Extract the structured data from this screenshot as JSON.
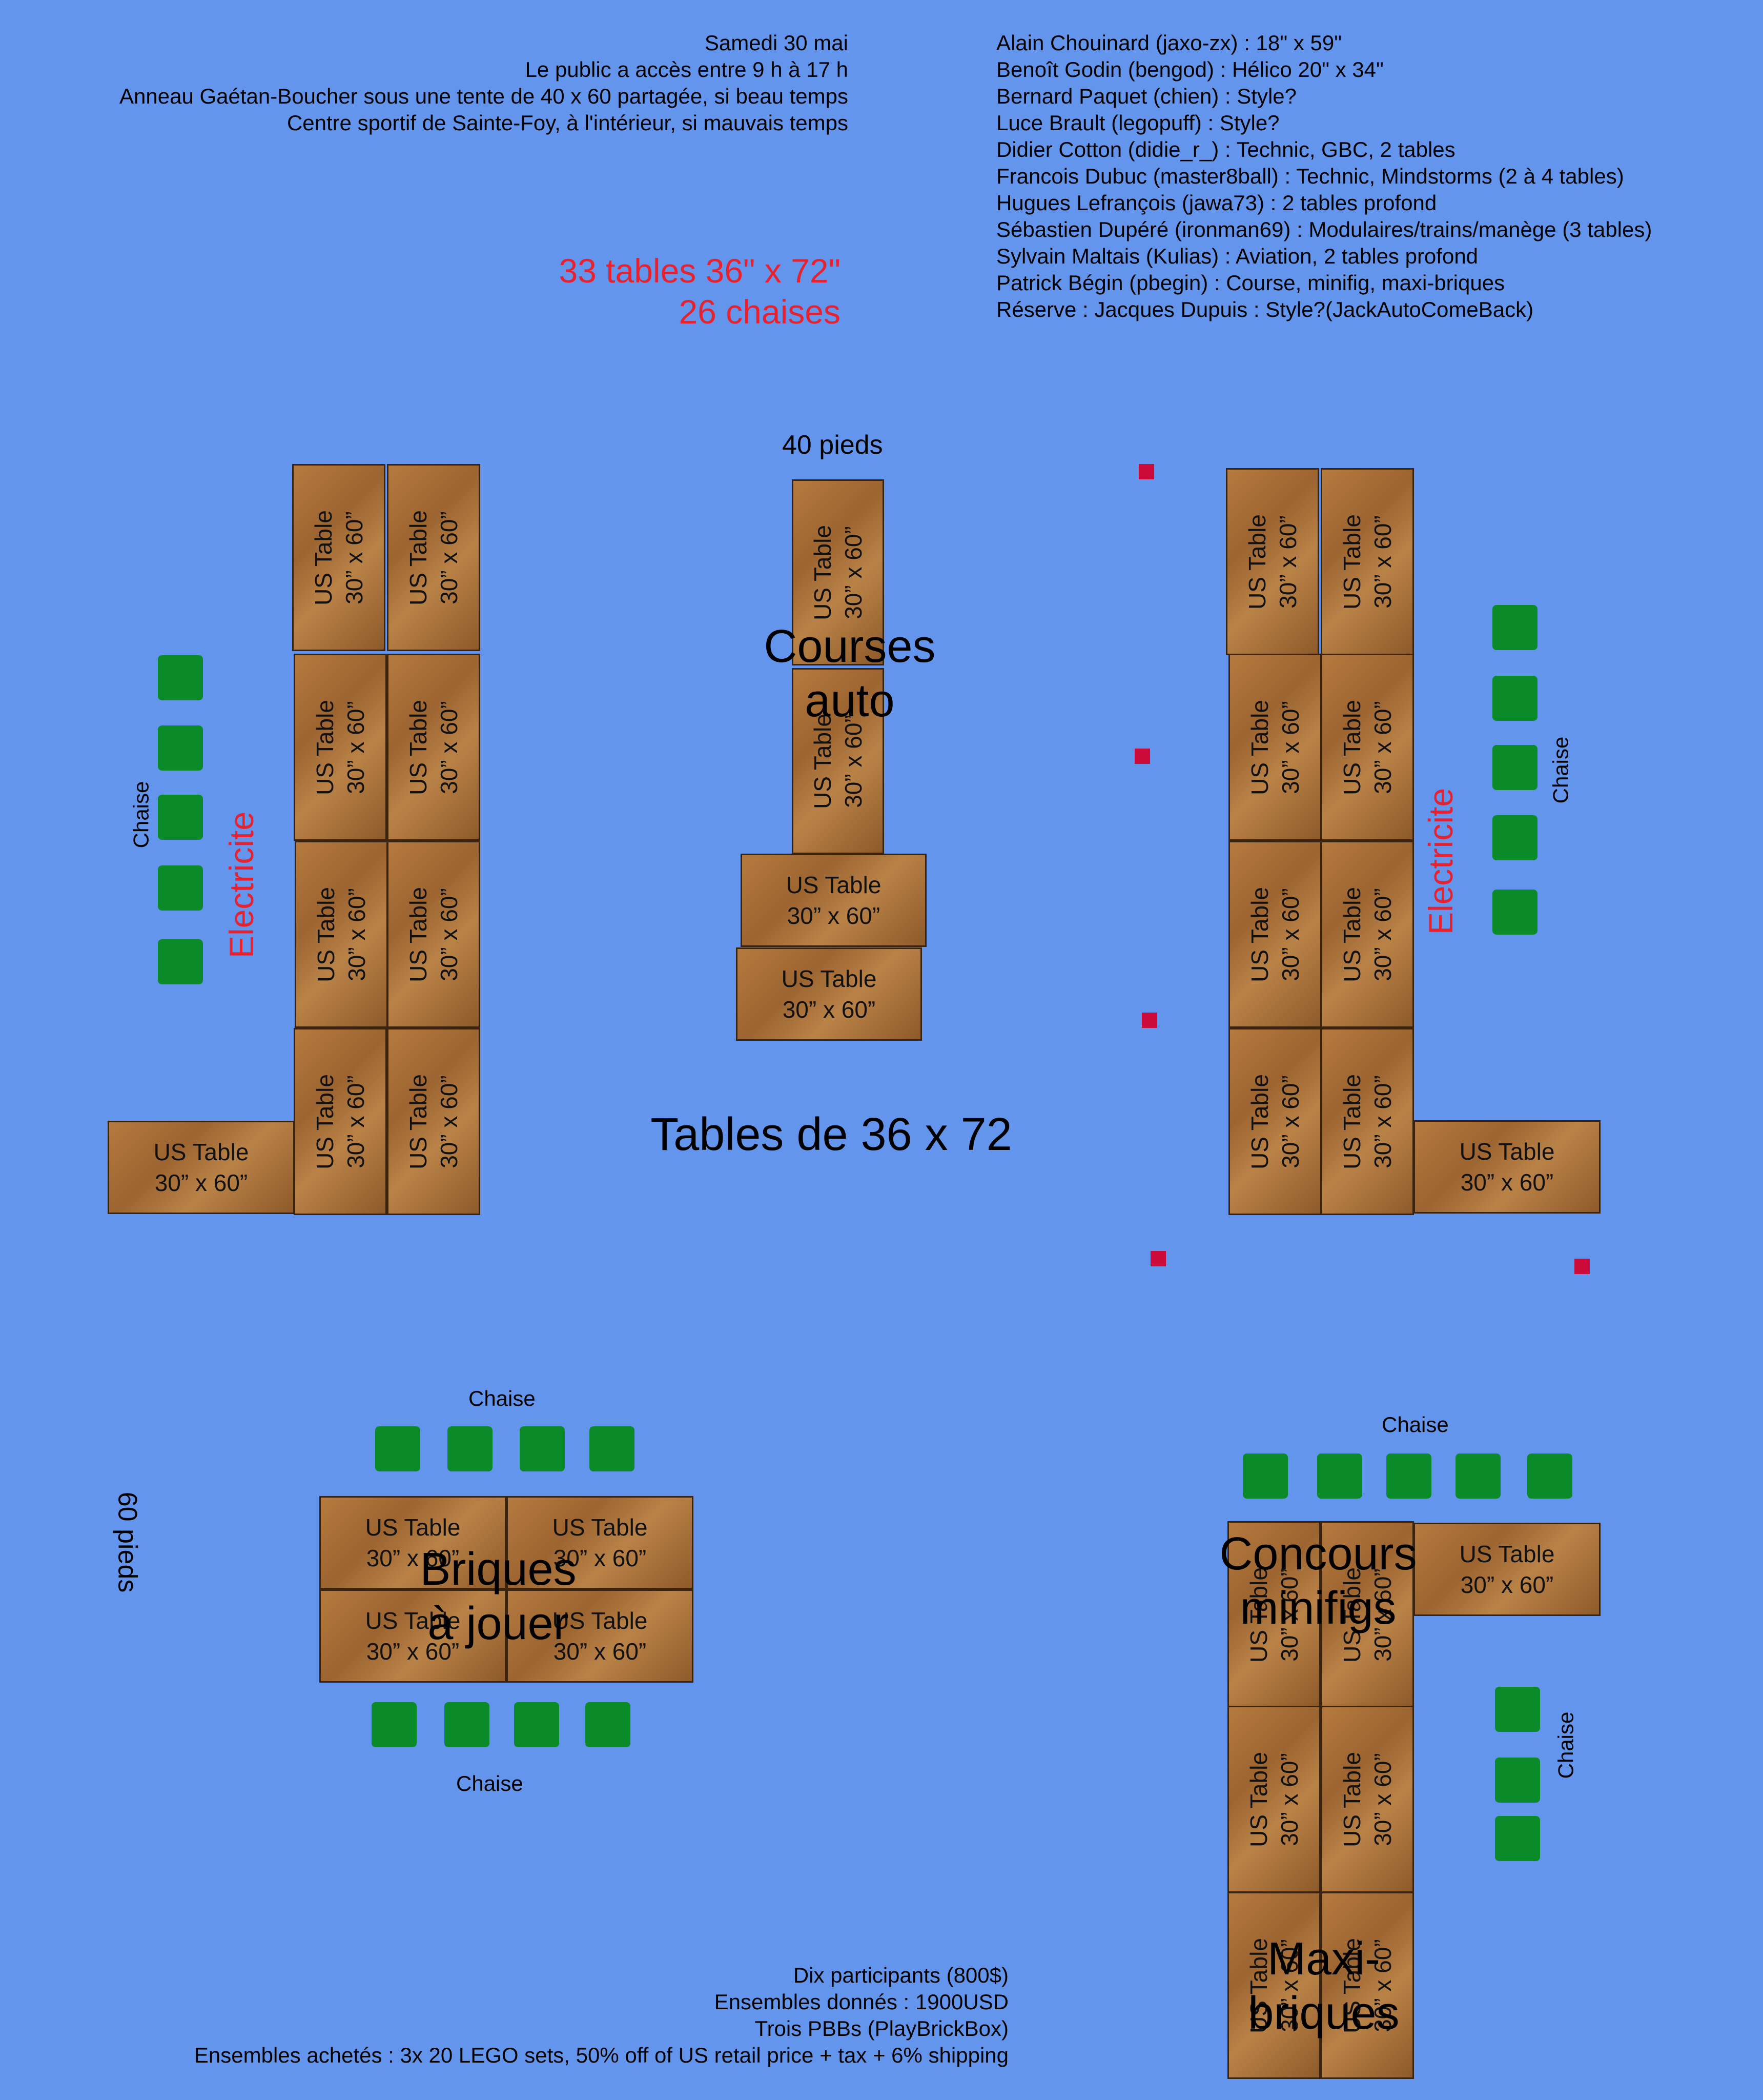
{
  "event": {
    "lines": [
      "Samedi 30 mai",
      "Le public a accès entre 9 h à 17 h",
      "Anneau Gaétan-Boucher sous une tente de 40 x 60 partagée, si beau temps",
      "Centre sportif de Sainte-Foy, à l'intérieur, si mauvais temps"
    ]
  },
  "totals": {
    "tables": "33 tables 36\" x 72\"",
    "chairs": "26 chaises"
  },
  "participants": [
    "Alain Chouinard (jaxo-zx) : 18\" x 59\"",
    "Benoît Godin (bengod) : Hélico 20\" x 34\"",
    "Bernard Paquet (chien) : Style?",
    "Luce Brault (legopuff) : Style?",
    "Didier Cotton (didie_r_) : Technic, GBC, 2 tables",
    "Francois Dubuc (master8ball) : Technic, Mindstorms (2 à 4 tables)",
    "Hugues Lefrançois (jawa73) : 2 tables profond",
    "Sébastien Dupéré (ironman69) : Modulaires/trains/manège (3 tables)",
    "Sylvain Maltais (Kulias) : Aviation, 2 tables profond",
    "Patrick Bégin (pbegin) : Course, minifig, maxi-briques",
    "Réserve : Jacques Dupuis  : Style?(JackAutoComeBack)"
  ],
  "dimensions": {
    "width": "40 pieds",
    "depth": "60 pieds"
  },
  "table_label": {
    "line1": "US Table",
    "line2": "30” x 60”"
  },
  "labels": {
    "chaise": "Chaise",
    "electricite": "Electricite",
    "center": "Tables de 36 x 72",
    "courses_1": "Courses",
    "courses_2": "auto",
    "briques_1": "Briques",
    "briques_2": "à jouer",
    "concours_1": "Concours",
    "concours_2": "minifigs",
    "maxi_1": "Maxi-",
    "maxi_2": "briques"
  },
  "summary": [
    "Dix participants (800$)",
    "Ensembles donnés : 1900USD",
    "Trois PBBs (PlayBrickBox)",
    "Ensembles achetés :  3x 20 LEGO sets, 50% off of US retail price + tax + 6% shipping"
  ],
  "colors": {
    "background": "#6495ed",
    "chair": "#0a8a29",
    "marker": "#cc0b3a",
    "highlight": "#e8212e",
    "table": "#9c6430"
  }
}
